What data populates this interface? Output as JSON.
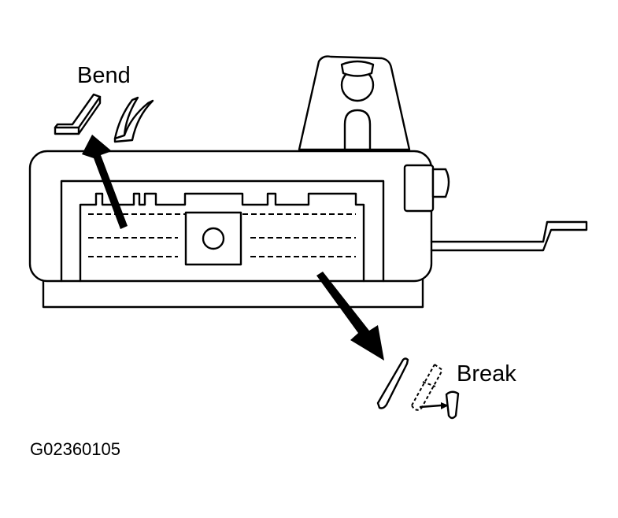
{
  "labels": {
    "bend": "Bend",
    "break": "Break",
    "figure_id": "G02360105"
  },
  "colors": {
    "line": "#000000",
    "background": "#ffffff"
  }
}
